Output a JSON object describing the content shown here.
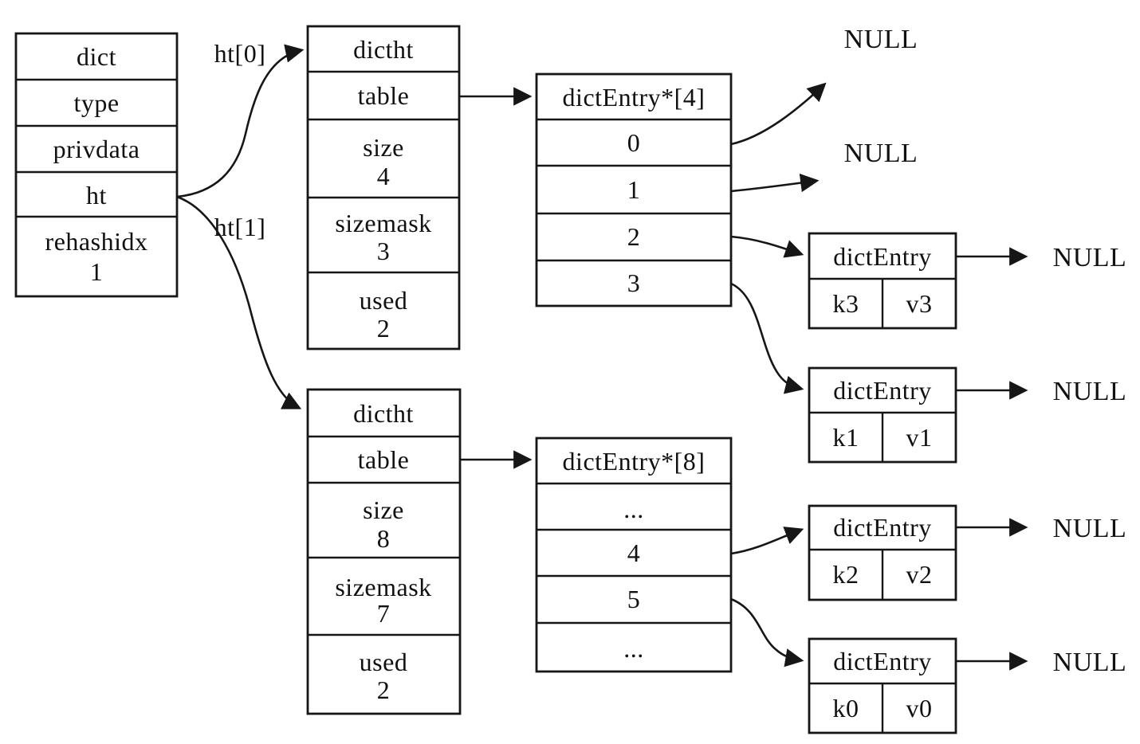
{
  "colors": {
    "line": "#161616",
    "background": "#ffffff",
    "text": "#111111"
  },
  "pointer_labels": {
    "ht0": "ht[0]",
    "ht1": "ht[1]"
  },
  "null_label": "NULL",
  "dict": {
    "title": "dict",
    "rows": [
      "type",
      "privdata",
      "ht"
    ],
    "rehashidx_label": "rehashidx",
    "rehashidx_value": "1"
  },
  "ht0": {
    "title": "dictht",
    "table_label": "table",
    "size_label": "size",
    "size_value": "4",
    "sizemask_label": "sizemask",
    "sizemask_value": "3",
    "used_label": "used",
    "used_value": "2"
  },
  "ht1": {
    "title": "dictht",
    "table_label": "table",
    "size_label": "size",
    "size_value": "8",
    "sizemask_label": "sizemask",
    "sizemask_value": "7",
    "used_label": "used",
    "used_value": "2"
  },
  "buckets0": {
    "title": "dictEntry*[4]",
    "slots": [
      "0",
      "1",
      "2",
      "3"
    ]
  },
  "buckets1": {
    "title": "dictEntry*[8]",
    "slots": [
      "...",
      "4",
      "5",
      "..."
    ]
  },
  "entries": {
    "e3": {
      "title": "dictEntry",
      "key": "k3",
      "value": "v3"
    },
    "e1": {
      "title": "dictEntry",
      "key": "k1",
      "value": "v1"
    },
    "e2": {
      "title": "dictEntry",
      "key": "k2",
      "value": "v2"
    },
    "e0": {
      "title": "dictEntry",
      "key": "k0",
      "value": "v0"
    }
  }
}
